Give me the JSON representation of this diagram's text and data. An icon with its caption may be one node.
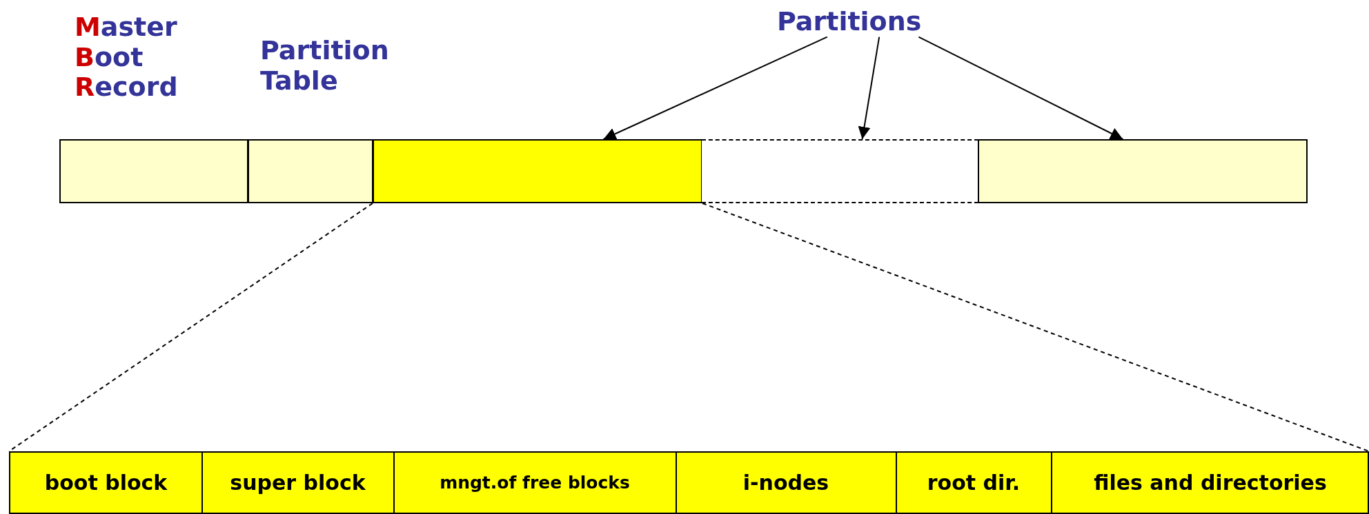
{
  "diagram": {
    "nodes": [
      {
        "text": [
          "Master Boot Record"
        ]
      },
      {
        "text": [
          "Partition Table"
        ]
      },
      {
        "text": [
          "Partitions"
        ]
      },
      {
        "text": [],
        "shape": "box"
      },
      {
        "text": [],
        "shape": "box"
      },
      {
        "text": [],
        "shape": "box"
      },
      {
        "text": [],
        "shape": "box"
      },
      {
        "text": [],
        "shape": "box"
      },
      {
        "text": [],
        "shape": "box"
      },
      {
        "text": [
          "boot block"
        ],
        "in": 8
      },
      {
        "text": [
          "super block"
        ],
        "in": 8
      },
      {
        "text": [
          "mngt.of free blocks"
        ],
        "in": 8
      },
      {
        "text": [
          "i-nodes"
        ],
        "in": 8
      },
      {
        "text": [
          "root dir."
        ],
        "in": 8
      },
      {
        "text": [
          "files and directories"
        ],
        "in": 8
      }
    ],
    "edges": [
      {
        "from": 2,
        "to": 5,
        "arrow": "to"
      },
      {
        "from": 2,
        "to": 6,
        "arrow": "to"
      },
      {
        "from": 2,
        "to": 7,
        "arrow": "to"
      },
      {
        "from": 5,
        "to": 8,
        "arrow": "none",
        "style": "dashed"
      },
      {
        "from": 5,
        "to": 8,
        "arrow": "none",
        "style": "dashed"
      }
    ]
  }
}
